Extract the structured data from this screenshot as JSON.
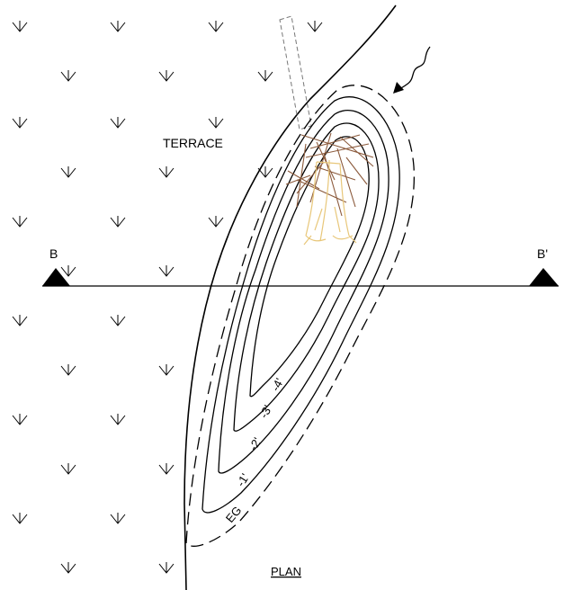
{
  "labels": {
    "terrace": "TERRACE",
    "plan": "PLAN",
    "section_start": "B",
    "section_end": "B'",
    "contour_eg": "EG",
    "contour_1": "-1'",
    "contour_2": "-2'",
    "contour_3": "-3'",
    "contour_4": "-4'"
  },
  "symbols": {
    "vegetation": "marsh-grass-symbol",
    "flow": "flow-direction-arrow",
    "section_marker": "section-triangle-marker"
  },
  "colors": {
    "line": "#000000",
    "roots": "#8b5a3c",
    "rootwad": "#e8c77a"
  }
}
